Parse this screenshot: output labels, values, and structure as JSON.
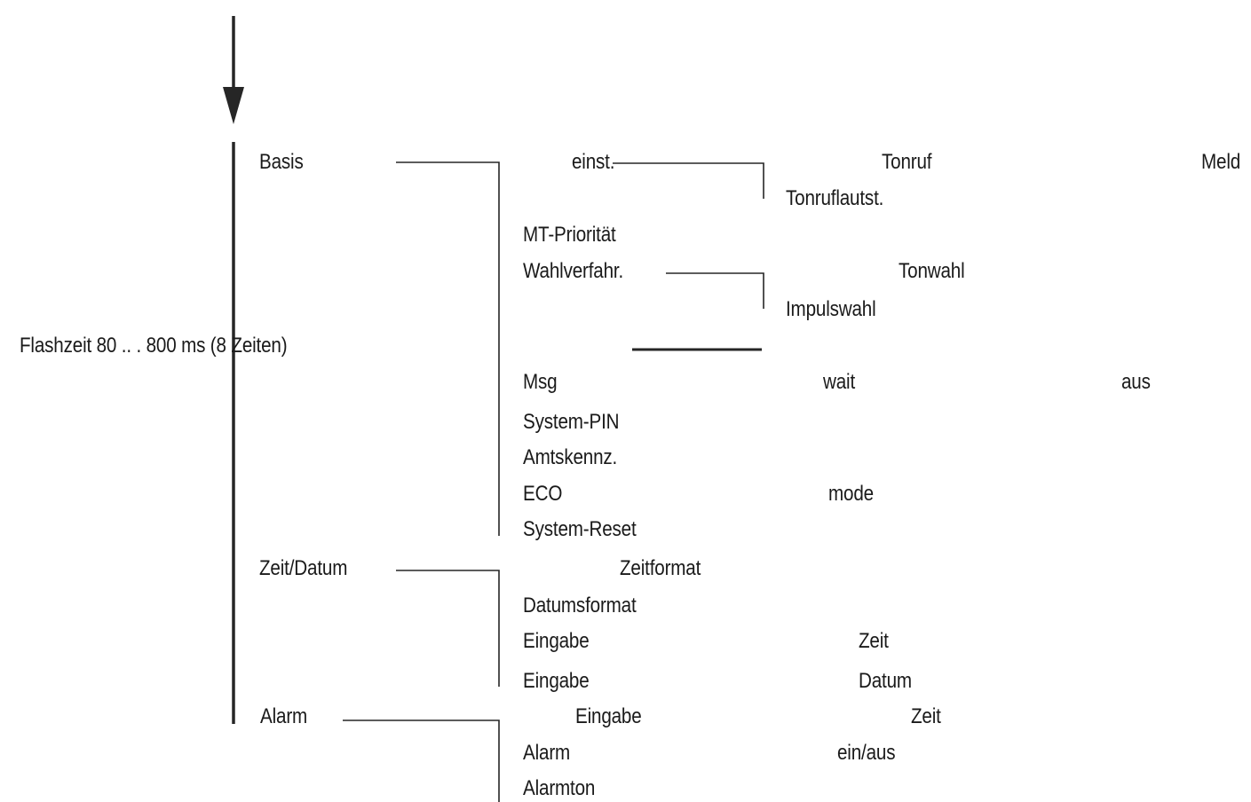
{
  "flashzeit": "Flashzeit  80 .. . 800 ms (8 Zeiten)",
  "basis": {
    "label": "Basis",
    "items": {
      "einst": "einst.",
      "tonruf": "Tonruf",
      "meld": "Meld",
      "tonruflautst": "Tonruflautst.",
      "mt_prioritaet": "MT-Priorität",
      "wahlverfahr": "Wahlverfahr.",
      "tonwahl": "Tonwahl",
      "impulswahl": "Impulswahl",
      "msg": "Msg",
      "wait": "wait",
      "aus": "aus",
      "system_pin": "System-PIN",
      "amtskennz": "Amtskennz.",
      "eco": "ECO",
      "mode": "mode",
      "system_reset": "System-Reset"
    }
  },
  "zeit_datum": {
    "label": "Zeit/Datum",
    "items": {
      "zeitformat": "Zeitformat",
      "datumsformat": "Datumsformat",
      "eingabe_1": "Eingabe",
      "zeit_1": "Zeit",
      "eingabe_2": "Eingabe",
      "datum": "Datum"
    }
  },
  "alarm": {
    "label": "Alarm",
    "items": {
      "eingabe": "Eingabe",
      "zeit": "Zeit",
      "alarm": "Alarm",
      "ein_aus": "ein/aus",
      "alarmton": "Alarmton"
    }
  }
}
